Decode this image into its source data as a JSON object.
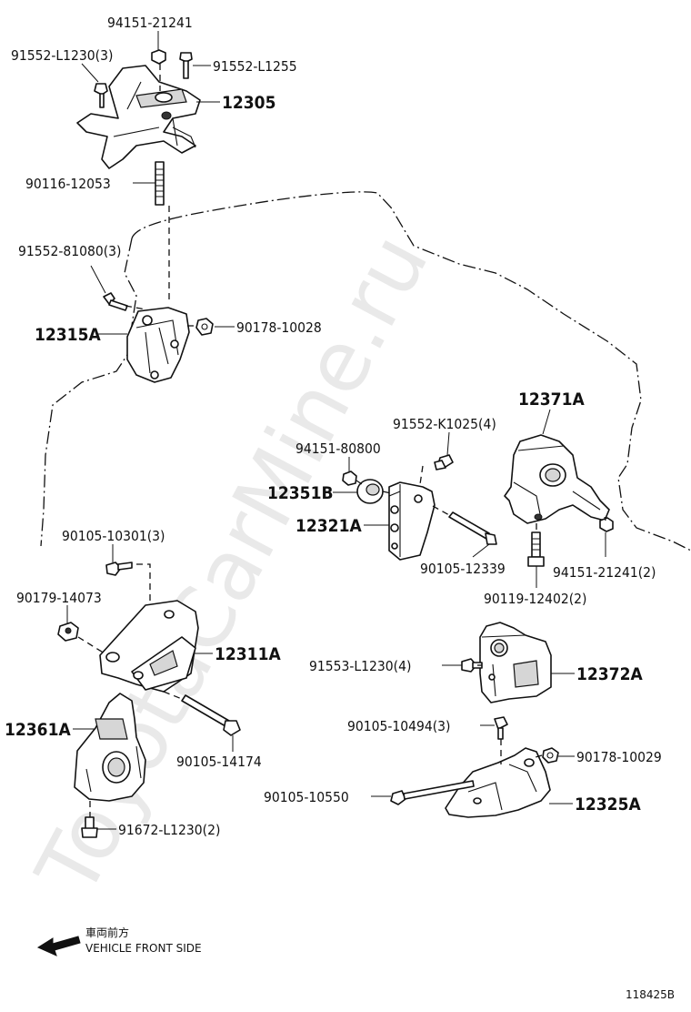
{
  "watermark": "ToyotaCarMine.ru",
  "labels": {
    "p94151_21241": "94151-21241",
    "p91552_L1230_3": "91552-L1230(3)",
    "p91552_L1255": "91552-L1255",
    "p12305": "12305",
    "p90116_12053": "90116-12053",
    "p91552_81080_3": "91552-81080(3)",
    "p12315A": "12315A",
    "p90178_10028": "90178-10028",
    "p12371A": "12371A",
    "p91552_K1025_4": "91552-K1025(4)",
    "p94151_80800": "94151-80800",
    "p12351B": "12351B",
    "p12321A": "12321A",
    "p90105_12339": "90105-12339",
    "p94151_21241_2": "94151-21241(2)",
    "p90119_12402_2": "90119-12402(2)",
    "p90105_10301_3": "90105-10301(3)",
    "p90179_14073": "90179-14073",
    "p12311A": "12311A",
    "p91553_L1230_4": "91553-L1230(4)",
    "p12372A": "12372A",
    "p12361A": "12361A",
    "p90105_14174": "90105-14174",
    "p90105_10494_3": "90105-10494(3)",
    "p90178_10029": "90178-10029",
    "p90105_10550": "90105-10550",
    "p12325A": "12325A",
    "p91672_L1230_2": "91672-L1230(2)"
  },
  "footer": {
    "front_jp": "車両前方",
    "front_en": "VEHICLE FRONT SIDE",
    "figure_id": "118425B"
  },
  "icons": {
    "arrow": "front-direction-arrow-icon"
  }
}
